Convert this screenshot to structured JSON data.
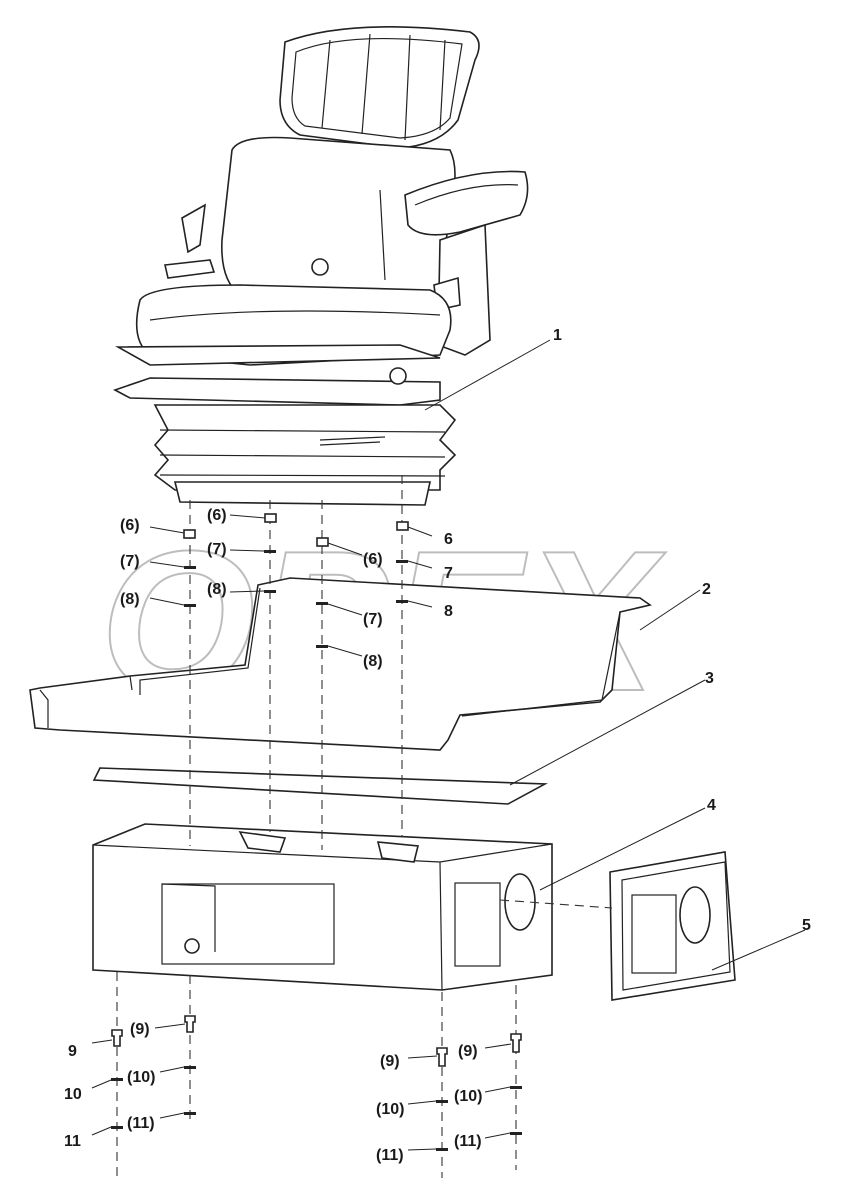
{
  "watermark": {
    "text": "OPEX",
    "color": "#bdbdbd"
  },
  "labels": {
    "l1": "1",
    "l2": "2",
    "l3": "3",
    "l4": "4",
    "l5": "5",
    "l6a": "(6)",
    "l6b": "(6)",
    "l6c": "(6)",
    "l6d": "6",
    "l7a": "(7)",
    "l7b": "(7)",
    "l7c": "(7)",
    "l7d": "7",
    "l8a": "(8)",
    "l8b": "(8)",
    "l8c": "(8)",
    "l8d": "8",
    "l9a": "9",
    "l9b": "(9)",
    "l9c": "(9)",
    "l9d": "(9)",
    "l10a": "10",
    "l10b": "(10)",
    "l10c": "(10)",
    "l10d": "(10)",
    "l11a": "11",
    "l11b": "(11)",
    "l11c": "(11)",
    "l11d": "(11)"
  },
  "icons": [
    "seat-icon",
    "bracket-icon",
    "gasket-icon",
    "base-box-icon",
    "cover-plate-icon"
  ]
}
